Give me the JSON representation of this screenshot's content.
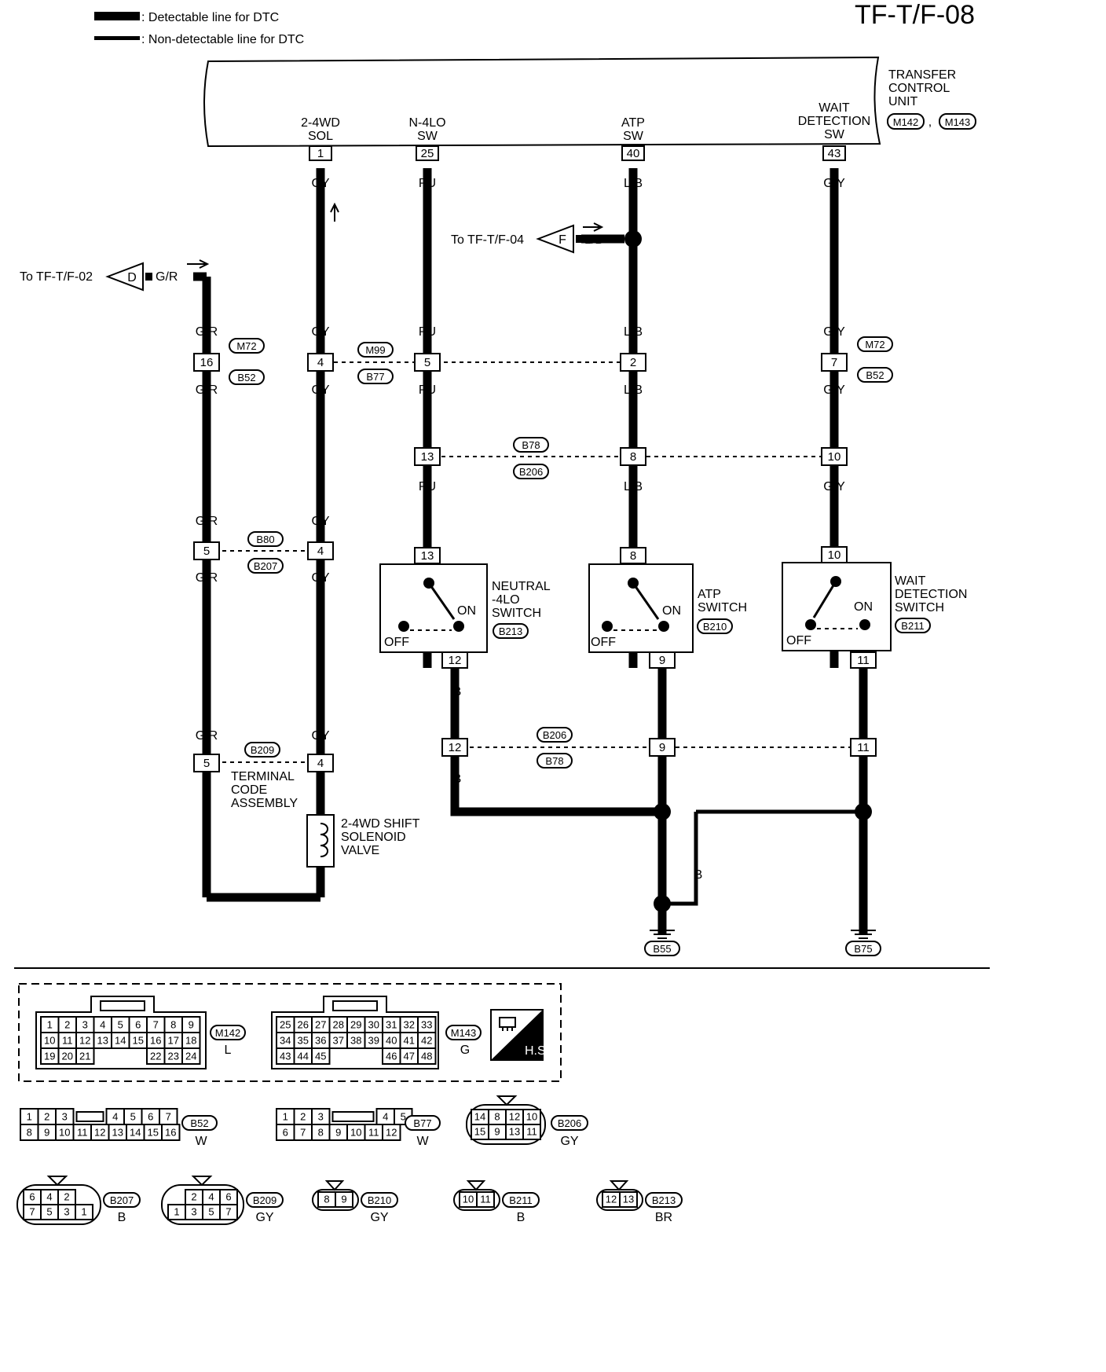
{
  "page_id": "TF-T/F-08",
  "legend": {
    "detectable": ": Detectable line for DTC",
    "non_detectable": ": Non-detectable line for DTC"
  },
  "unit": {
    "name": [
      "TRANSFER",
      "CONTROL",
      "UNIT"
    ],
    "connectors": [
      "M142",
      "M143"
    ],
    "separator": ","
  },
  "unit_terminals": [
    {
      "label": [
        "2-4WD",
        "SOL"
      ],
      "pin": "1",
      "wire": "GY"
    },
    {
      "label": [
        "N-4LO",
        "SW"
      ],
      "pin": "25",
      "wire": "PU"
    },
    {
      "label": [
        "ATP",
        "SW"
      ],
      "pin": "40",
      "wire": "L/B"
    },
    {
      "label": [
        "WAIT",
        "DETECTION",
        "SW"
      ],
      "pin": "43",
      "wire": "G/Y"
    }
  ],
  "offpage": [
    {
      "text": "To TF-T/F-02",
      "letter": "D",
      "wire": "G/R"
    },
    {
      "text": "To TF-T/F-04",
      "letter": "F",
      "wire": "L/B"
    }
  ],
  "wire_colors": {
    "gr": "G/R",
    "gy": "GY",
    "pu": "PU",
    "lb": "L/B",
    "gyel": "G/Y",
    "b": "B"
  },
  "connector_ids": [
    "M72",
    "B52",
    "M99",
    "B77",
    "B78",
    "B206",
    "B80",
    "B207",
    "B209",
    "B55",
    "B75"
  ],
  "pins": {
    "gr_m72": "16",
    "gy_m99": "4",
    "pu_m99": "5",
    "lb_m99": "2",
    "gyel_m72": "7",
    "pu_b78": "13",
    "lb_b78": "8",
    "gyel_b78": "10",
    "gr_b80": "5",
    "gy_b80": "4",
    "n4lo_in": "13",
    "n4lo_out": "12",
    "atp_in": "8",
    "atp_out": "9",
    "wait_in": "10",
    "wait_out": "11",
    "b_206_1": "12",
    "b_206_2": "9",
    "b_206_3": "11",
    "gr_b209": "5",
    "gy_b209": "4"
  },
  "components": {
    "terminal_code": [
      "TERMINAL",
      "CODE",
      "ASSEMBLY"
    ],
    "solenoid": [
      "2-4WD SHIFT",
      "SOLENOID",
      "VALVE"
    ],
    "neutral_switch": [
      "NEUTRAL",
      "-4LO",
      "SWITCH"
    ],
    "neutral_switch_conn": "B213",
    "atp_switch": [
      "ATP",
      "SWITCH"
    ],
    "atp_switch_conn": "B210",
    "wait_switch": [
      "WAIT",
      "DETECTION",
      "SWITCH"
    ],
    "wait_switch_conn": "B211",
    "on": "ON",
    "off": "OFF"
  },
  "connector_views": {
    "m142": {
      "id": "M142",
      "color": "L",
      "rows": [
        [
          "1",
          "2",
          "3",
          "4",
          "5",
          "6",
          "7",
          "8",
          "9"
        ],
        [
          "10",
          "11",
          "12",
          "13",
          "14",
          "15",
          "16",
          "17",
          "18"
        ],
        [
          "19",
          "20",
          "21",
          "",
          "",
          "",
          "22",
          "23",
          "24"
        ]
      ]
    },
    "m143": {
      "id": "M143",
      "color": "G",
      "rows": [
        [
          "25",
          "26",
          "27",
          "28",
          "29",
          "30",
          "31",
          "32",
          "33"
        ],
        [
          "34",
          "35",
          "36",
          "37",
          "38",
          "39",
          "40",
          "41",
          "42"
        ],
        [
          "43",
          "44",
          "45",
          "",
          "",
          "",
          "46",
          "47",
          "48"
        ]
      ]
    },
    "hs": "H.S.",
    "b52": {
      "id": "B52",
      "color": "W",
      "rows": [
        [
          "1",
          "2",
          "3",
          "",
          "4",
          "5",
          "6",
          "7"
        ],
        [
          "8",
          "9",
          "10",
          "11",
          "12",
          "13",
          "14",
          "15",
          "16"
        ]
      ]
    },
    "b77": {
      "id": "B77",
      "color": "W",
      "rows": [
        [
          "1",
          "2",
          "3",
          "",
          "4",
          "5"
        ],
        [
          "6",
          "7",
          "8",
          "9",
          "10",
          "11",
          "12"
        ]
      ]
    },
    "b206": {
      "id": "B206",
      "color": "GY",
      "rows": [
        [
          "14",
          "8",
          "12",
          "10"
        ],
        [
          "15",
          "9",
          "13",
          "11"
        ]
      ]
    },
    "b207": {
      "id": "B207",
      "color": "B",
      "rows": [
        [
          "6",
          "4",
          "2"
        ],
        [
          "7",
          "5",
          "3",
          "1"
        ]
      ]
    },
    "b209": {
      "id": "B209",
      "color": "GY",
      "rows": [
        [
          "2",
          "4",
          "6"
        ],
        [
          "1",
          "3",
          "5",
          "7"
        ]
      ]
    },
    "b210": {
      "id": "B210",
      "color": "GY",
      "rows": [
        [
          "8",
          "9"
        ]
      ]
    },
    "b211": {
      "id": "B211",
      "color": "B",
      "rows": [
        [
          "10",
          "11"
        ]
      ]
    },
    "b213": {
      "id": "B213",
      "color": "BR",
      "rows": [
        [
          "12",
          "13"
        ]
      ]
    }
  }
}
